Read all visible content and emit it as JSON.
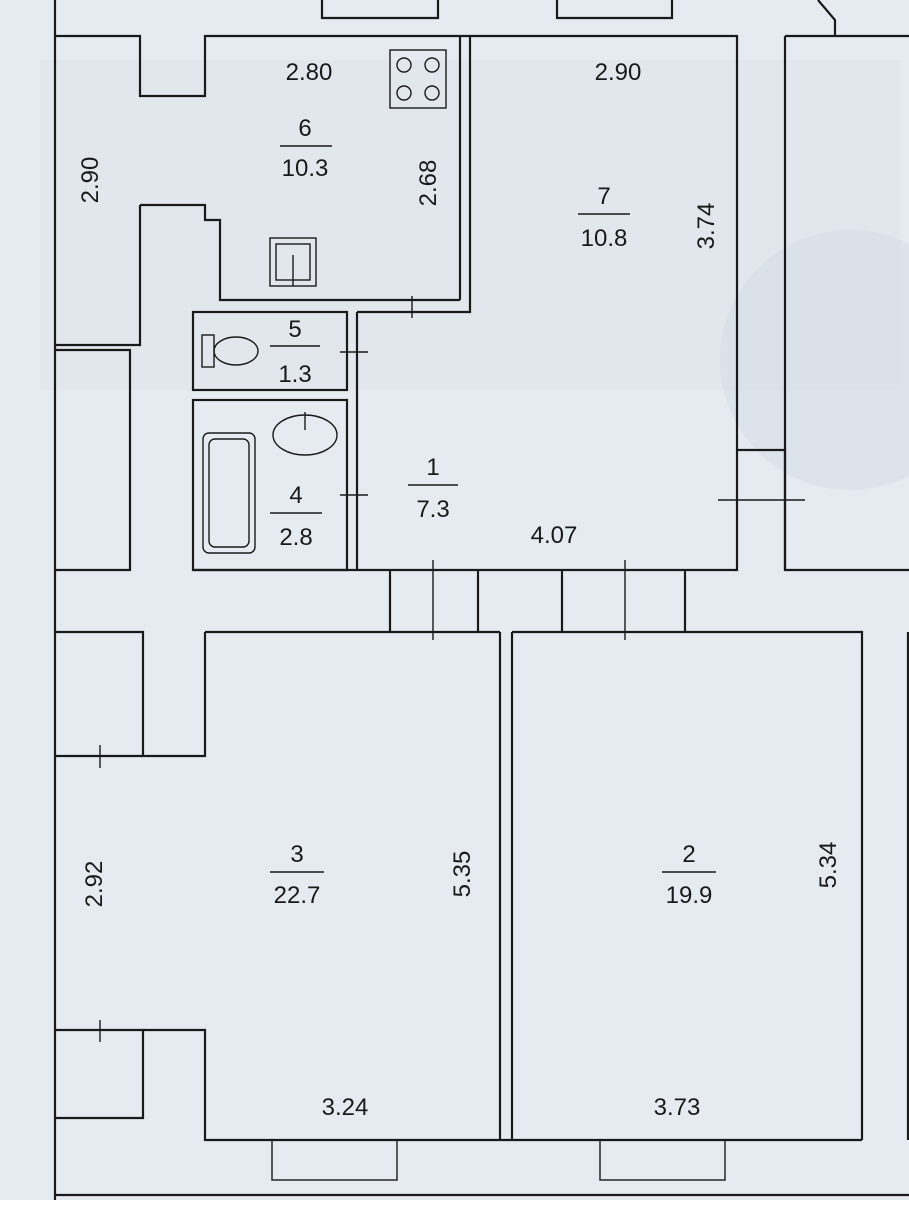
{
  "plan": {
    "rooms": [
      {
        "id": "6",
        "number": "6",
        "area": "10.3"
      },
      {
        "id": "7",
        "number": "7",
        "area": "10.8"
      },
      {
        "id": "5",
        "number": "5",
        "area": "1.3"
      },
      {
        "id": "4",
        "number": "4",
        "area": "2.8"
      },
      {
        "id": "1",
        "number": "1",
        "area": "7.3"
      },
      {
        "id": "3",
        "number": "3",
        "area": "22.7"
      },
      {
        "id": "2",
        "number": "2",
        "area": "19.9"
      }
    ],
    "dimensions": {
      "kitchen_width": "2.80",
      "kitchen_depth": "2.90",
      "kitchen_partition": "2.68",
      "room7_width": "2.90",
      "room7_depth": "3.74",
      "hall_length": "4.07",
      "room3_depth_left": "2.92",
      "room3_depth_right": "5.35",
      "room3_width": "3.24",
      "room2_depth": "5.34",
      "room2_width": "3.73"
    }
  },
  "colors": {
    "background": "#ffffff",
    "background_tint": "#dfe5ec",
    "line": "#1a1a1a"
  }
}
